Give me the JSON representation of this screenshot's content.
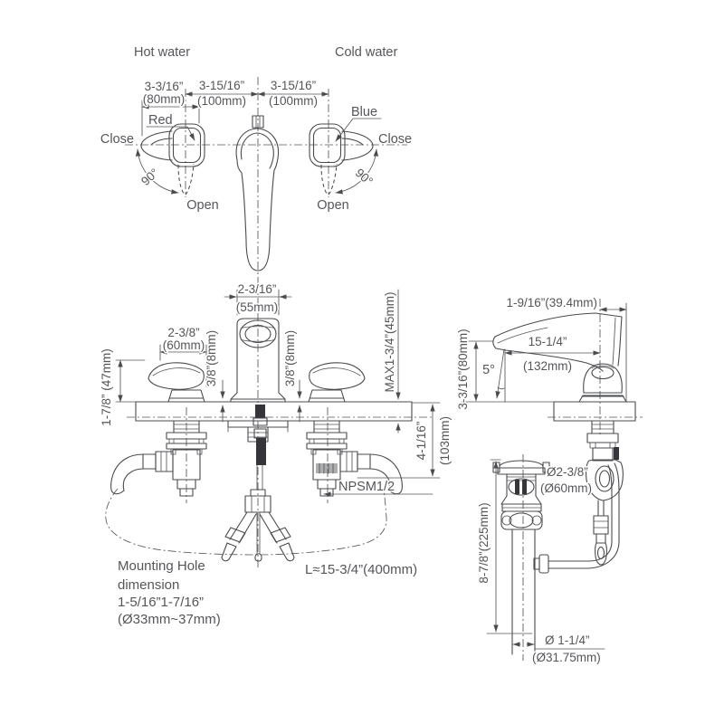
{
  "top_view": {
    "hot_label": "Hot water",
    "cold_label": "Cold water",
    "handle_width_in": "3-3/16”",
    "handle_width_mm": "(80mm)",
    "pitch_left_in": "3-15/16”",
    "pitch_left_mm": "(100mm)",
    "pitch_right_in": "3-15/16”",
    "pitch_right_mm": "(100mm)",
    "red_label": "Red",
    "blue_label": "Blue",
    "close_left": "Close",
    "close_right": "Close",
    "open_left": "Open",
    "open_right": "Open",
    "angle_left": "90°",
    "angle_right": "90°"
  },
  "front_view": {
    "spout_width_in": "2-3/16”",
    "spout_width_mm": "(55mm)",
    "escutcheon_width_in": "2-3/8”",
    "escutcheon_width_mm": "(60mm)",
    "offset_left": "3/8”(8mm)",
    "offset_right": "3/8”(8mm)",
    "handle_height": "1-7/8” (47mm)",
    "max_deck": "MAX1-3/4”(45mm)",
    "shank_in": "4-1/16”",
    "shank_mm": "(103mm)",
    "thread": "NPSM1/2",
    "hose_length": "L≈15-3/4”(400mm)",
    "mounting_1": "Mounting Hole",
    "mounting_2": "dimension",
    "mounting_3": "1-5/16”1-7/16”",
    "mounting_4": "(Ø33mm~37mm)"
  },
  "side_view": {
    "offset_back": "1-9/16”(39.4mm)",
    "spout_height": "3-3/16”(80mm)",
    "reach_in": "15-1/4”",
    "reach_mm": "(132mm)",
    "angle": "5°",
    "drain_dia_in": "Ø2-3/8”",
    "drain_dia_mm": "(Ø60mm)",
    "drain_length": "8-7/8”(225mm)",
    "tail_dia_in": "Ø 1-1/4”",
    "tail_dia_mm": "(Ø31.75mm)"
  }
}
